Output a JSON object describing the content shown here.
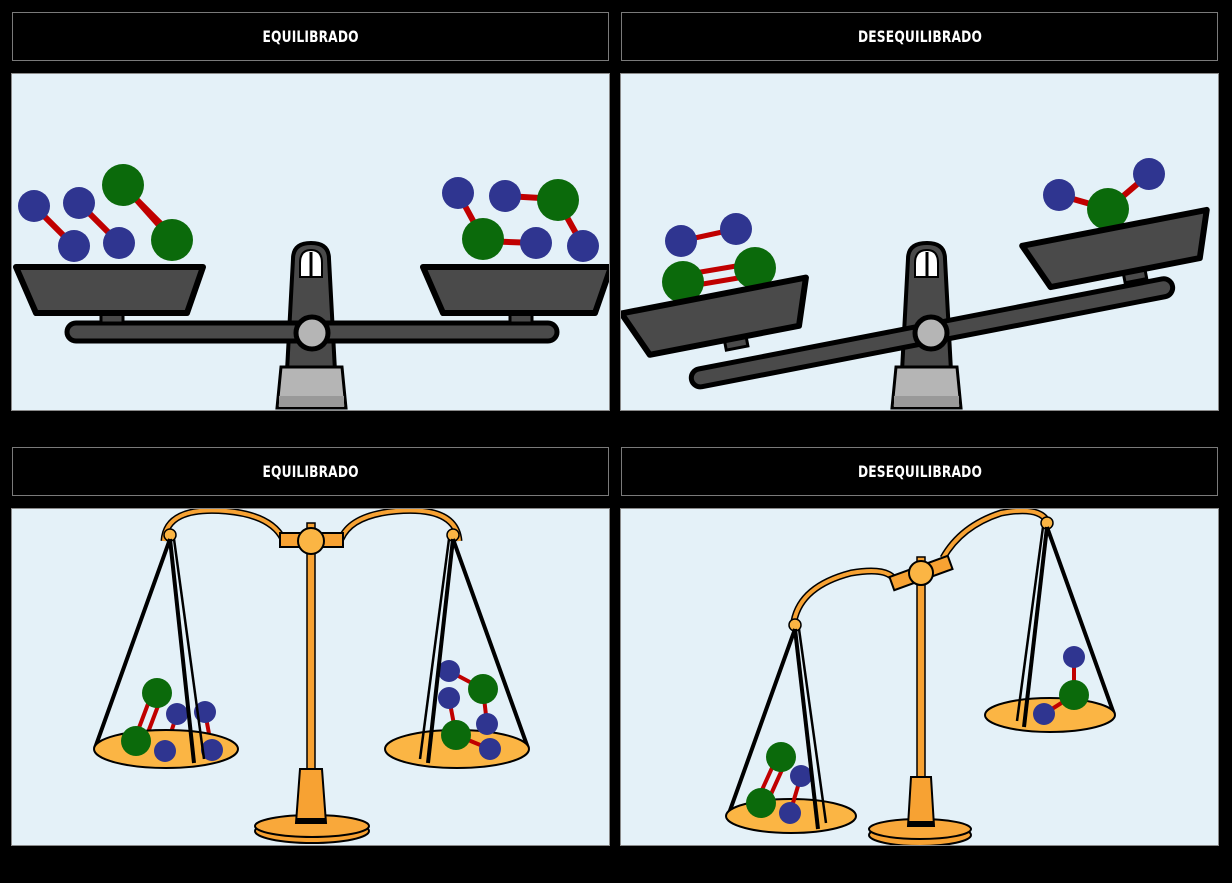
{
  "storyboard": {
    "cells": [
      {
        "title": "EQUILIBRADO",
        "scene": "mechanical-scale-balanced",
        "left_pan": "2 H2 + O2",
        "right_pan": "2 H2O"
      },
      {
        "title": "DESEQUILIBRADO",
        "scene": "mechanical-scale-unbalanced",
        "left_pan": "H2 + O2",
        "right_pan": "H2O"
      },
      {
        "title": "EQUILIBRADO",
        "scene": "balance-scale-balanced",
        "left_pan": "2 H2 + O2",
        "right_pan": "2 H2O"
      },
      {
        "title": "DESEQUILIBRADO",
        "scene": "balance-scale-unbalanced",
        "left_pan": "H2 + O2",
        "right_pan": "H2O"
      }
    ]
  },
  "colors": {
    "background": "#000000",
    "panel_bg": "#e4f1f8",
    "panel_border": "#8a8a8a",
    "hydrogen": "#2f3590",
    "oxygen": "#0b6a0b",
    "bond": "#c00000",
    "scale_dark": "#4a4a4a",
    "scale_light": "#b5b5b5",
    "brass": "#f7a233",
    "brass_light": "#fbb544"
  }
}
